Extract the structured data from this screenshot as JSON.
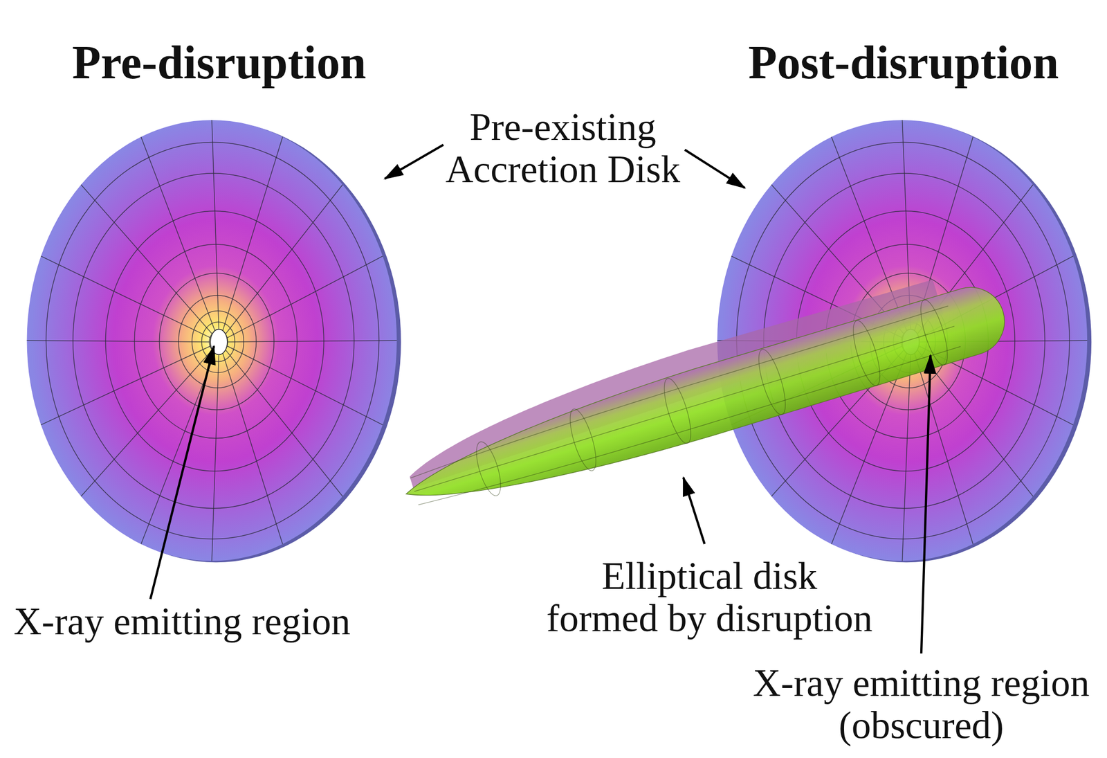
{
  "diagram": {
    "labels": [
      "Pre-disruption",
      "Post-disruption",
      "Pre-existing Accretion Disk",
      "X-ray emitting region",
      "Elliptical disk formed by disruption",
      "X-ray emitting region (obscured)"
    ]
  }
}
